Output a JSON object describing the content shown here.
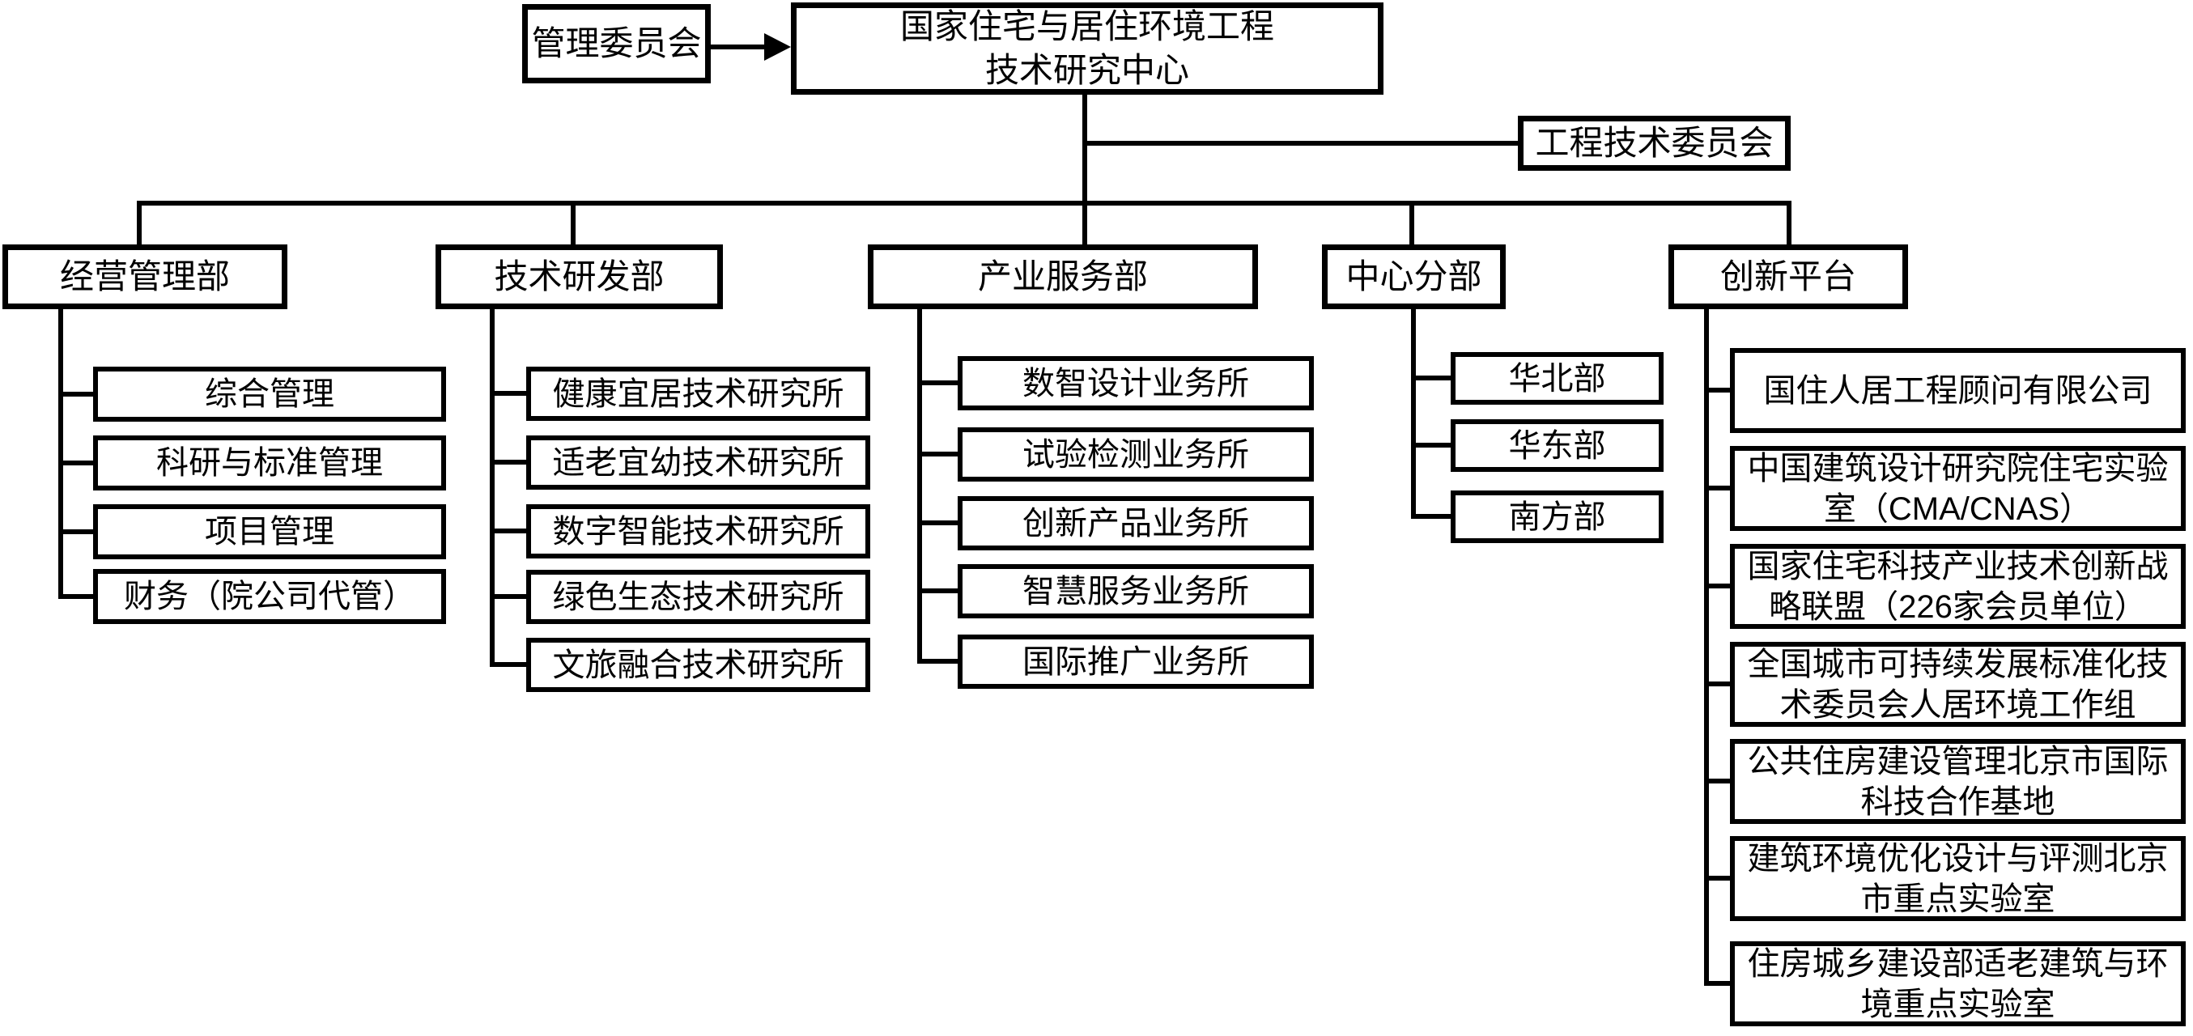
{
  "colors": {
    "line": "#000000",
    "box_border": "#000000",
    "box_bg": "#ffffff",
    "text": "#000000"
  },
  "org": {
    "management_committee": "管理委员会",
    "center": "国家住宅与居住环境工程\n技术研究中心",
    "engineering_committee": "工程技术委员会",
    "departments": [
      {
        "label": "经营管理部",
        "children": [
          "综合管理",
          "科研与标准管理",
          "项目管理",
          "财务（院公司代管）"
        ]
      },
      {
        "label": "技术研发部",
        "children": [
          "健康宜居技术研究所",
          "适老宜幼技术研究所",
          "数字智能技术研究所",
          "绿色生态技术研究所",
          "文旅融合技术研究所"
        ]
      },
      {
        "label": "产业服务部",
        "children": [
          "数智设计业务所",
          "试验检测业务所",
          "创新产品业务所",
          "智慧服务业务所",
          "国际推广业务所"
        ]
      },
      {
        "label": "中心分部",
        "children": [
          "华北部",
          "华东部",
          "南方部"
        ]
      },
      {
        "label": "创新平台",
        "children": [
          "国住人居工程顾问有限公司",
          "中国建筑设计研究院住宅实验\n室（CMA/CNAS）",
          "国家住宅科技产业技术创新战\n略联盟（226家会员单位）",
          "全国城市可持续发展标准化技\n术委员会人居环境工作组",
          "公共住房建设管理北京市国际\n科技合作基地",
          "建筑环境优化设计与评测北京\n市重点实验室",
          "住房城乡建设部适老建筑与环\n境重点实验室"
        ]
      }
    ]
  }
}
